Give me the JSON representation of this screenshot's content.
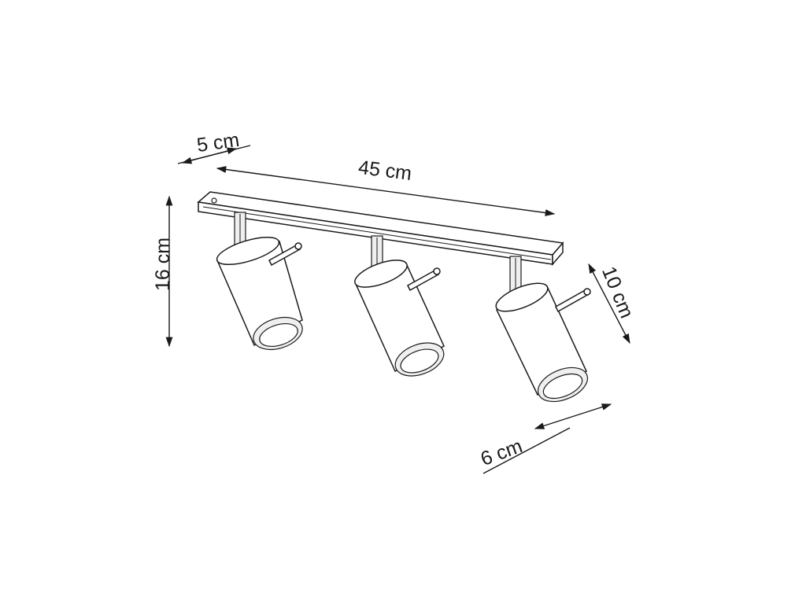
{
  "dimensions": {
    "depth": "5 cm",
    "length": "45 cm",
    "height": "16 cm",
    "spot_height": "10 cm",
    "spot_diameter": "6 cm"
  },
  "fixture": {
    "spot_count": 3
  }
}
